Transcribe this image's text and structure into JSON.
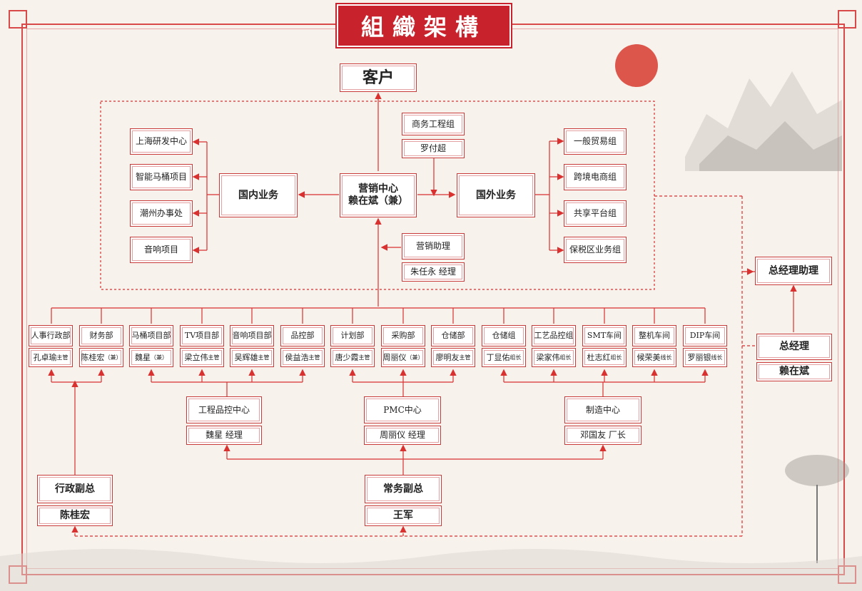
{
  "title": "組織架構",
  "colors": {
    "accent": "#c8232c",
    "line": "#d93030",
    "bg": "#f7f2ec"
  },
  "customer": "客户",
  "marketing_center": {
    "title": "营销中心",
    "person": "赖在斌（兼）"
  },
  "commercial": {
    "title": "商务工程组",
    "person": "罗付超"
  },
  "assistant": {
    "title": "营销助理",
    "person": "朱任永  经理"
  },
  "domestic": {
    "title": "国内业务",
    "items": [
      "上海研发中心",
      "智能马桶项目",
      "潮州办事处",
      "音响项目"
    ]
  },
  "overseas": {
    "title": "国外业务",
    "items": [
      "一般贸易组",
      "跨境电商组",
      "共享平台组",
      "保税区业务组"
    ]
  },
  "gm_assistant": "总经理助理",
  "gm": {
    "title": "总经理",
    "person": "赖在斌"
  },
  "departments": [
    {
      "name": "人事行政部",
      "person": "孔卓瑜",
      "role": "主管"
    },
    {
      "name": "财务部",
      "person": "陈桂宏",
      "role": "（兼）"
    },
    {
      "name": "马桶项目部",
      "person": "魏星",
      "role": "（兼）"
    },
    {
      "name": "TV项目部",
      "person": "梁立伟",
      "role": "主管"
    },
    {
      "name": "音响项目部",
      "person": "吴辉雄",
      "role": "主管"
    },
    {
      "name": "品控部",
      "person": "侯益浩",
      "role": "主管"
    },
    {
      "name": "计划部",
      "person": "唐少霞",
      "role": "主管"
    },
    {
      "name": "采购部",
      "person": "周丽仪",
      "role": "（兼）"
    },
    {
      "name": "仓储部",
      "person": "廖明友",
      "role": "主管"
    },
    {
      "name": "仓储组",
      "person": "丁显佑",
      "role": "组长"
    },
    {
      "name": "工艺品控组",
      "person": "梁家伟",
      "role": "组长"
    },
    {
      "name": "SMT车间",
      "person": "杜志红",
      "role": "组长"
    },
    {
      "name": "整机车间",
      "person": "候荣美",
      "role": "线长"
    },
    {
      "name": "DIP车间",
      "person": "罗丽银",
      "role": "线长"
    }
  ],
  "engineering_qc": {
    "title": "工程品控中心",
    "person": "魏星  经理"
  },
  "pmc": {
    "title": "PMC中心",
    "person": "周丽仪  经理"
  },
  "manufacturing": {
    "title": "制造中心",
    "person": "邓国友  厂长"
  },
  "admin_vp": {
    "title": "行政副总",
    "person": "陈桂宏"
  },
  "exec_vp": {
    "title": "常务副总",
    "person": "王军"
  }
}
